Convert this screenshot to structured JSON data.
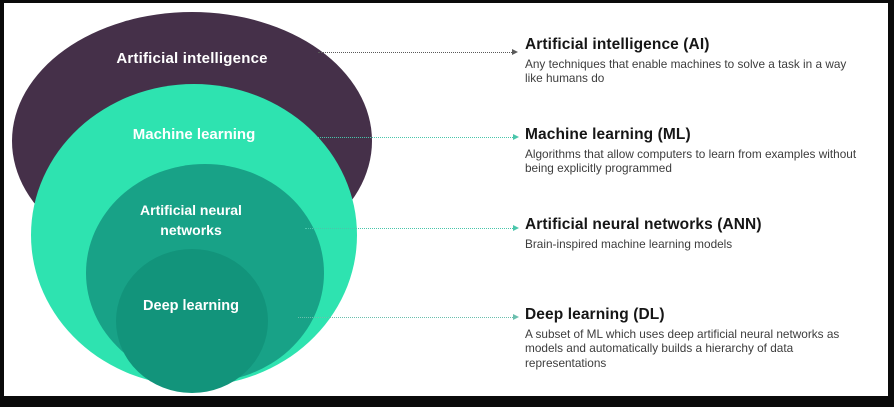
{
  "diagram": {
    "circles": [
      {
        "id": "ai",
        "label": "Artificial intelligence",
        "color": "#453049"
      },
      {
        "id": "ml",
        "label": "Machine learning",
        "color": "#2ee3b0"
      },
      {
        "id": "ann",
        "label": "Artificial neural networks",
        "color": "#18a287"
      },
      {
        "id": "dl",
        "label": "Deep learning",
        "color": "#12947b"
      }
    ],
    "connector_colors": {
      "ai": "#5a5a5a",
      "ml": "#4ac6ab",
      "ann": "#4ac6ab",
      "dl": "#6bbfae"
    },
    "label_text_color": "#ffffff",
    "frame_border_color": "#0a0a0a",
    "background_color": "#ffffff"
  },
  "legend": {
    "items": [
      {
        "title": "Artificial intelligence (AI)",
        "description": "Any techniques that enable machines to solve a task in a way like humans do"
      },
      {
        "title": "Machine learning (ML)",
        "description": "Algorithms that allow computers to learn from examples without being explicitly programmed"
      },
      {
        "title": "Artificial neural networks (ANN)",
        "description": "Brain-inspired machine learning models"
      },
      {
        "title": "Deep learning (DL)",
        "description": "A subset of ML which uses deep artificial neural networks as models and automatically builds a hierarchy of data representations"
      }
    ]
  }
}
